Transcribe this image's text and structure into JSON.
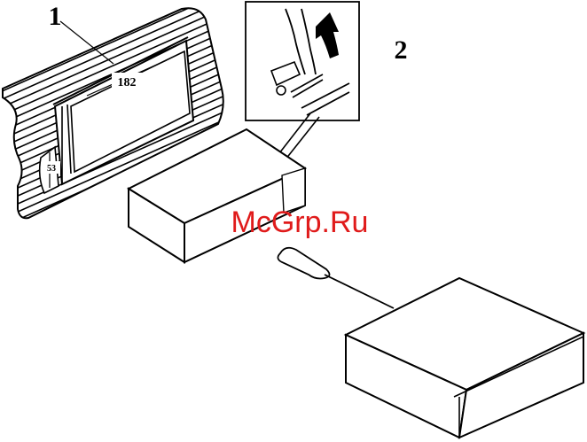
{
  "step_labels": {
    "step1": "1",
    "step2": "2"
  },
  "dimensions": {
    "width_label": "182",
    "height_label": "53"
  },
  "watermark": {
    "text": "McGrp.Ru",
    "color": "#e01b1b"
  },
  "colors": {
    "ink": "#000000",
    "paper": "#ffffff"
  }
}
